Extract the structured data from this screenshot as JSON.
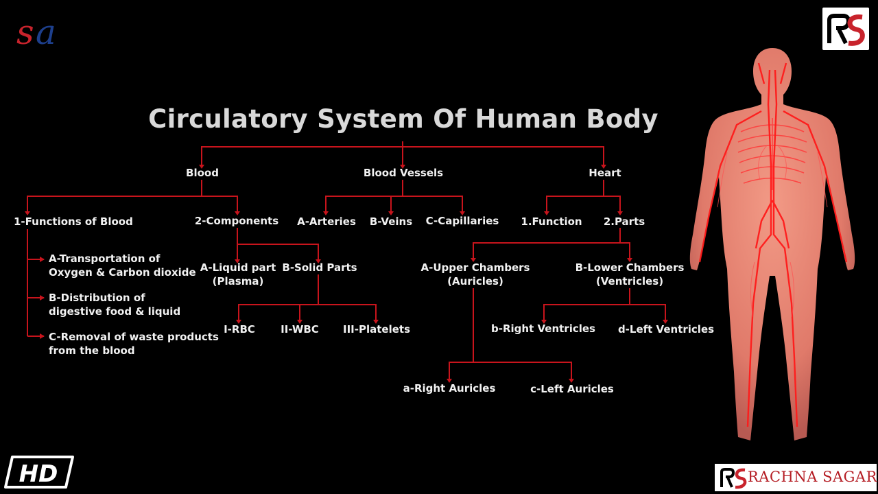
{
  "title": "Circulatory System Of Human Body",
  "branches": {
    "blood": "Blood",
    "blood_vessels": "Blood Vessels",
    "heart": "Heart"
  },
  "blood": {
    "functions": "1-Functions of Blood",
    "components": "2-Components",
    "functions_list": [
      {
        "line1": "A-Transportation of",
        "line2": "Oxygen & Carbon dioxide"
      },
      {
        "line1": "B-Distribution of",
        "line2": "digestive food & liquid"
      },
      {
        "line1": "C-Removal of waste products",
        "line2": "from the blood"
      }
    ],
    "liquid_part": {
      "line1": "A-Liquid part",
      "line2": "(Plasma)"
    },
    "solid_parts": "B-Solid Parts",
    "solid_list": [
      "I-RBC",
      "II-WBC",
      "III-Platelets"
    ]
  },
  "vessels": {
    "items": [
      "A-Arteries",
      "B-Veins",
      "C-Capillaries"
    ]
  },
  "heart": {
    "function": "1.Function",
    "parts": "2.Parts",
    "upper": {
      "line1": "A-Upper Chambers",
      "line2": "(Auricles)"
    },
    "lower": {
      "line1": "B-Lower Chambers",
      "line2": "(Ventricles)"
    },
    "right_ventricles": "b-Right Ventricles",
    "left_ventricles": "d-Left Ventricles",
    "right_auricles": "a-Right Auricles",
    "left_auricles": "c-Left Auricles"
  },
  "branding": {
    "publisher": "RACHNA SAGAR",
    "hd_badge": "HD",
    "sa_logo": "sa",
    "line_color": "#c8141c",
    "brand_red": "#b51d24",
    "brand_blue": "#1d3f8c"
  }
}
